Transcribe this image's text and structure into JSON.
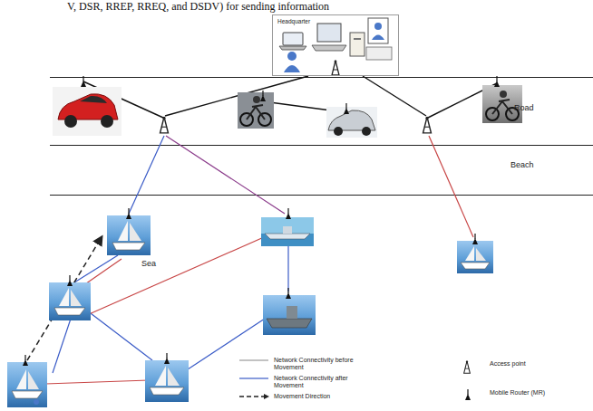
{
  "diagram": {
    "nodes": [
      {
        "text": [
          "Headquarter"
        ]
      },
      {
        "text": [
          "Road"
        ]
      },
      {
        "text": [
          "Beach"
        ]
      },
      {
        "text": [
          "Sea"
        ]
      }
    ],
    "labels": [
      "V, DSR, RREP, RREQ, and DSDV) for sending information"
    ],
    "legend": [
      {
        "text": "Network Connectivity before Movement"
      },
      {
        "text": "Network Connectivity after Movement"
      },
      {
        "text": "Movement Direction"
      },
      {
        "text": "Access point"
      },
      {
        "text": "Mobile Router (MR)"
      }
    ]
  }
}
